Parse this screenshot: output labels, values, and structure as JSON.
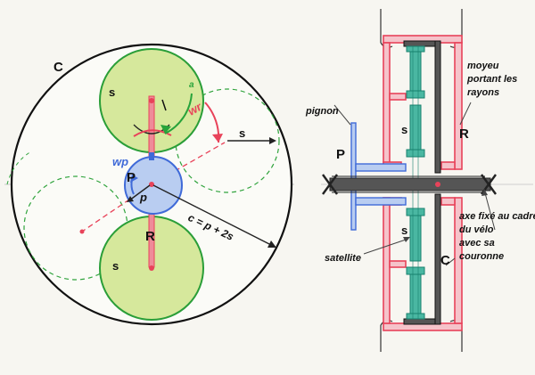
{
  "colors": {
    "ring": "#111111",
    "sun": "#e8435a",
    "sun_fill": "#f6c6cc",
    "planet": "#27a33a",
    "planet_fill": "#d5e89a",
    "pinion": "#3f6ad8",
    "pinion_fill": "#b9cdf1",
    "gear_teal": "#1f9a86",
    "axle": "#3a3a3a"
  },
  "left": {
    "label_C": "C",
    "label_s_top": "s",
    "label_s_right": "s",
    "label_s_bottom": "s",
    "label_P": "P",
    "label_p": "p",
    "label_R": "R",
    "label_wp": "wp",
    "label_wr": "wr",
    "label_wa": "a",
    "formula": "c = p + 2s"
  },
  "right": {
    "label_pignon": "pignon",
    "label_P": "P",
    "label_s_top": "s",
    "label_s_bottom": "s",
    "label_R": "R",
    "label_C": "C",
    "label_satellite": "satellite",
    "moyeu_lines": [
      "moyeu",
      "portant  les",
      "rayons"
    ],
    "axe_lines": [
      "axe fixé au cadre",
      "du vélo",
      "avec sa",
      "couronne"
    ]
  }
}
